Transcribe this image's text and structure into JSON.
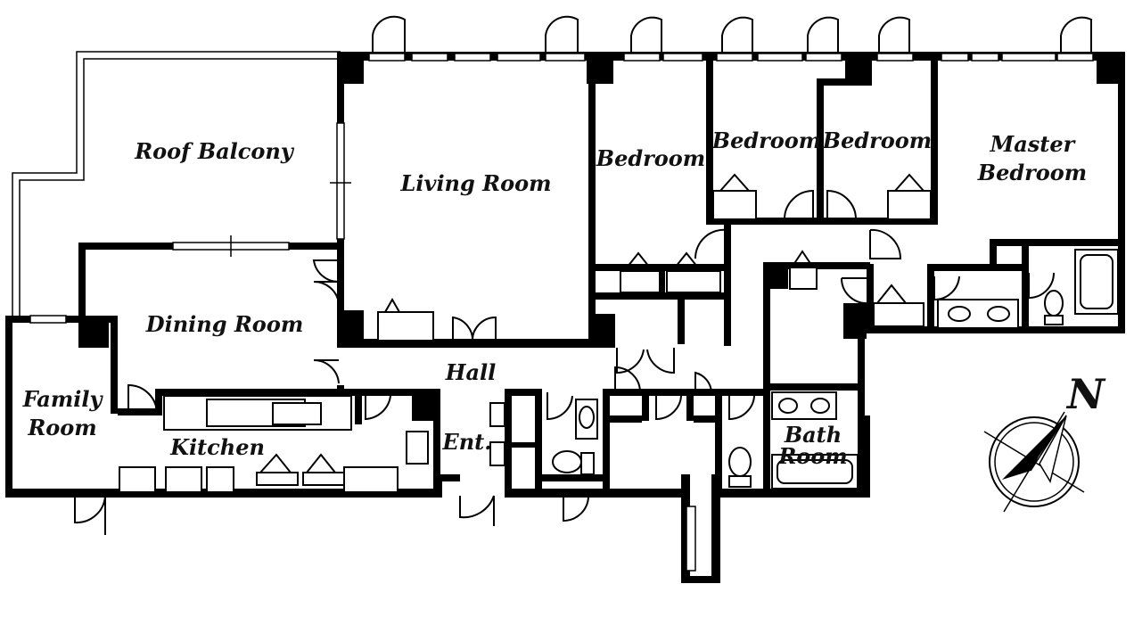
{
  "rooms": {
    "roof_balcony": "Roof Balcony",
    "living_room": "Living Room",
    "bedroom_1": "Bedroom",
    "bedroom_2": "Bedroom",
    "bedroom_3": "Bedroom",
    "master_bedroom_line1": "Master",
    "master_bedroom_line2": "Bedroom",
    "dining_room": "Dining Room",
    "hall": "Hall",
    "family_room_line1": "Family",
    "family_room_line2": "Room",
    "kitchen": "Kitchen",
    "entrance": "Ent.",
    "bath_room_line1": "Bath",
    "bath_room_line2": "Room"
  },
  "compass": {
    "north_letter": "N"
  }
}
